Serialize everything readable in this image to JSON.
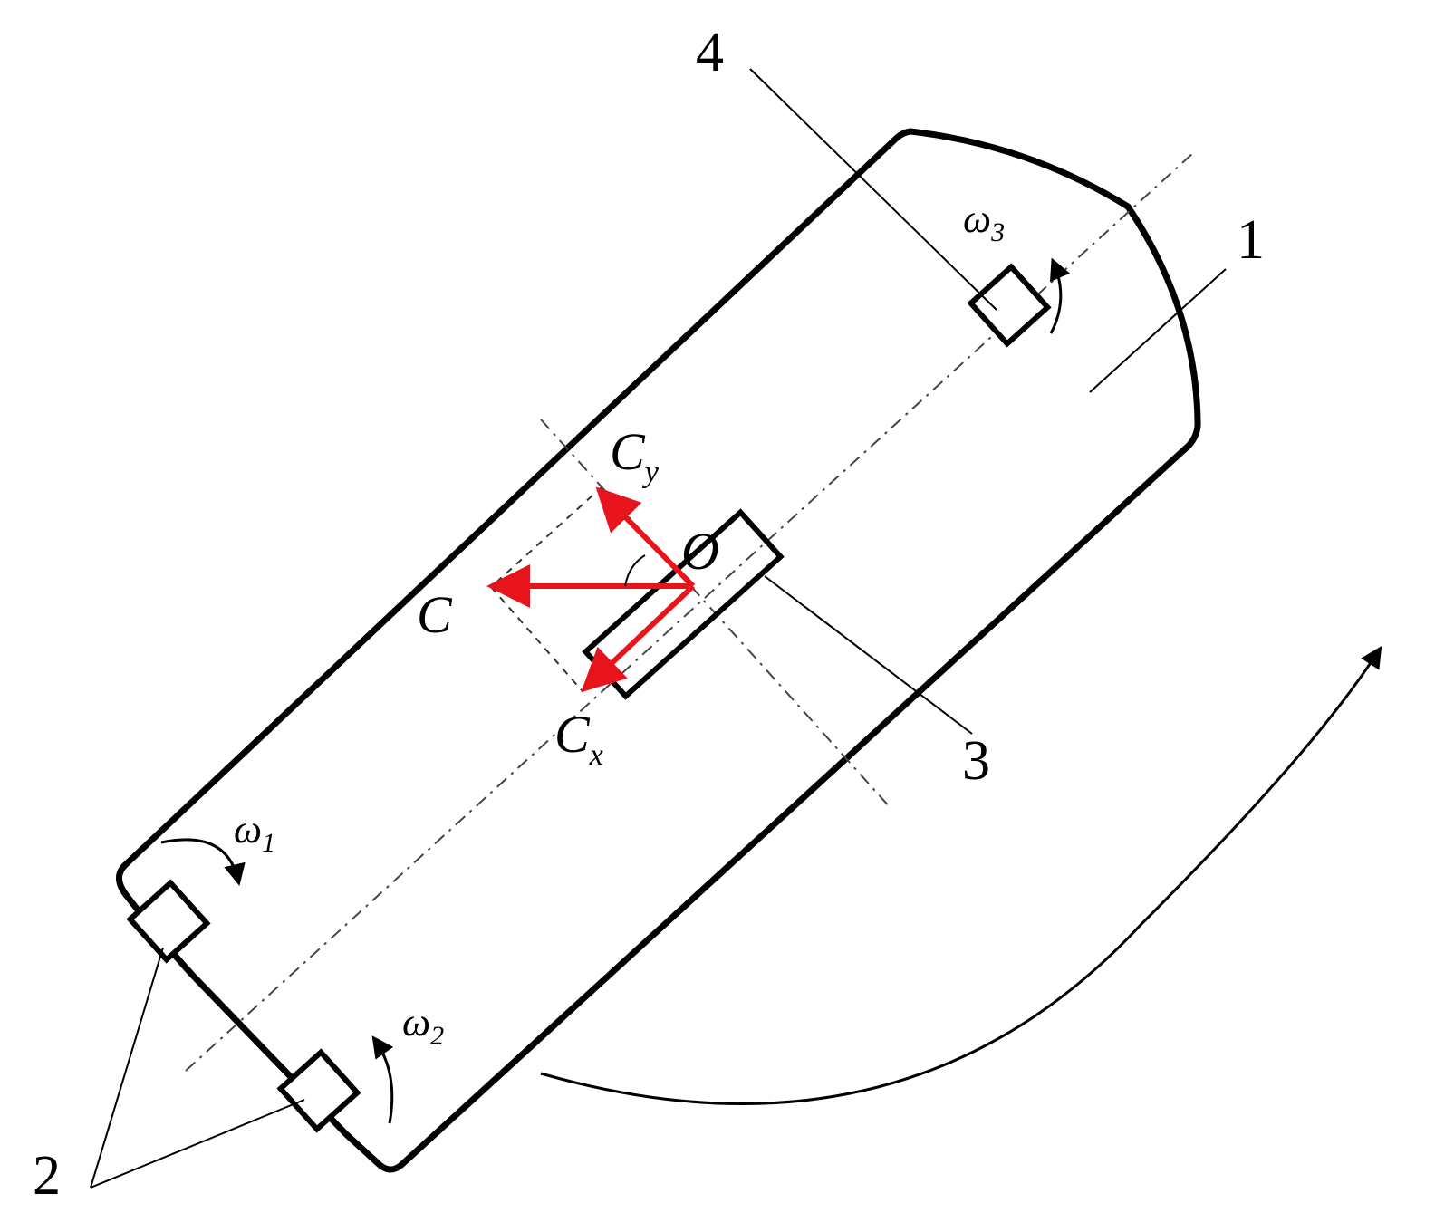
{
  "diagram": {
    "callouts": {
      "one": "1",
      "two": "2",
      "three": "3",
      "four": "4"
    },
    "angular_velocities": [
      {
        "symbol": "ω",
        "subscript": "1"
      },
      {
        "symbol": "ω",
        "subscript": "2"
      },
      {
        "symbol": "ω",
        "subscript": "3"
      }
    ],
    "vectors": {
      "resultant": "C",
      "x_component": {
        "base": "C",
        "subscript": "x"
      },
      "y_component": {
        "base": "C",
        "subscript": "y"
      },
      "origin": "O"
    },
    "colors": {
      "vector": "#e8141b",
      "outline": "#000000",
      "axis": "#444444"
    }
  }
}
